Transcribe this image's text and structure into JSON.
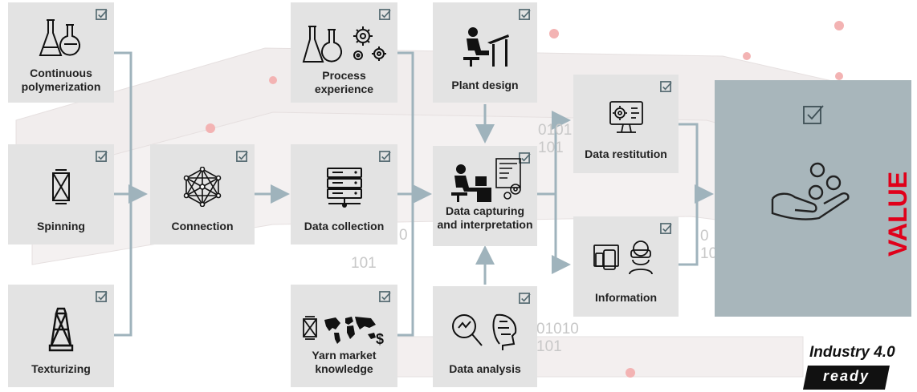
{
  "boxes": {
    "continuous_polymerization": "Continuous\npolymerization",
    "spinning": "Spinning",
    "texturizing": "Texturizing",
    "connection": "Connection",
    "process_experience": "Process\nexperience",
    "data_collection": "Data collection",
    "yarn_market_knowledge": "Yarn market\nknowledge",
    "plant_design": "Plant design",
    "data_capturing": "Data capturing\nand interpretation",
    "data_analysis": "Data analysis",
    "data_restitution": "Data restitution",
    "information": "Information"
  },
  "value_label": "VALUE",
  "binary": {
    "b1": "0101\n101",
    "b2": "0",
    "b3": "101",
    "b4": "01010\n101",
    "b5": "0\n10"
  },
  "badge": {
    "industry": "Industry 4.0",
    "ready": "ready"
  },
  "colors": {
    "box": "#e3e3e3",
    "value_box": "#a8b6bb",
    "arrow": "#9fb3bc",
    "check": "#556b72",
    "value_text": "#e0001a"
  },
  "icons": {
    "check": "checkbox-checked-icon",
    "flasks": "flasks-icon",
    "bobbin": "bobbin-icon",
    "cone": "yarn-cone-icon",
    "network": "network-icon",
    "gears": "gears-icon",
    "server": "server-icon",
    "world": "world-map-icon",
    "designer": "designer-at-desk-icon",
    "analyst": "analyst-at-computer-icon",
    "analysis": "magnifier-brain-icon",
    "monitor": "monitor-gear-icon",
    "devices": "devices-icon",
    "vr": "vr-headset-icon",
    "hand_coins": "hand-coins-icon"
  }
}
